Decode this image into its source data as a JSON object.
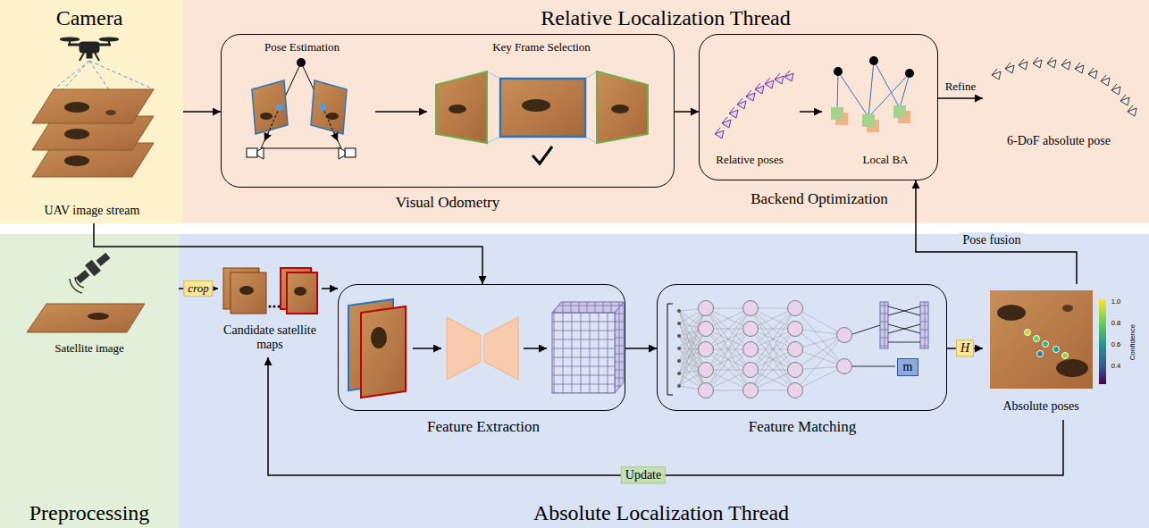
{
  "diagram": {
    "nodes": [
      {
        "text": [
          "Camera",
          "UAV image stream"
        ]
      },
      {
        "text": [
          "Relative Localization Thread"
        ]
      },
      {
        "text": [
          "Pose Estimation",
          "Key Frame Selection",
          "Visual Odometry"
        ],
        "in": 1
      },
      {
        "text": [
          "Relative poses",
          "Local BA",
          "Backend Optimization"
        ],
        "in": 1
      },
      {
        "text": [
          "6-DoF absolute pose"
        ],
        "in": 1
      },
      {
        "text": [
          "Satellite image",
          "Preprocessing"
        ]
      },
      {
        "text": [
          "Absolute Localization Thread"
        ]
      },
      {
        "text": [
          "Candidate satellite maps"
        ],
        "in": 6
      },
      {
        "text": [
          "Feature Extraction"
        ],
        "in": 6
      },
      {
        "text": [
          "Feature Matching"
        ],
        "in": 6
      },
      {
        "text": [
          "m"
        ],
        "in": 9
      },
      {
        "text": [
          "Absolute poses"
        ],
        "in": 6
      }
    ],
    "edges": [
      {
        "from": 0,
        "to": 2,
        "arrow": "to"
      },
      {
        "from": 2,
        "to": 3,
        "arrow": "to"
      },
      {
        "from": 3,
        "to": 4,
        "label": "Refine",
        "arrow": "to"
      },
      {
        "from": 0,
        "to": 8,
        "arrow": "to"
      },
      {
        "from": 5,
        "to": 7,
        "label": "crop",
        "arrow": "to"
      },
      {
        "from": 7,
        "to": 8,
        "arrow": "to"
      },
      {
        "from": 8,
        "to": 9,
        "arrow": "to"
      },
      {
        "from": 9,
        "to": 11,
        "label": "H",
        "arrow": "to"
      },
      {
        "from": 11,
        "to": 7,
        "label": "Update",
        "arrow": "to"
      },
      {
        "from": 11,
        "to": 3,
        "label": "Pose fusion",
        "arrow": "to"
      }
    ],
    "labels": [
      "1.0",
      "0.8",
      "0.6",
      "0.4",
      "Confidence"
    ]
  }
}
